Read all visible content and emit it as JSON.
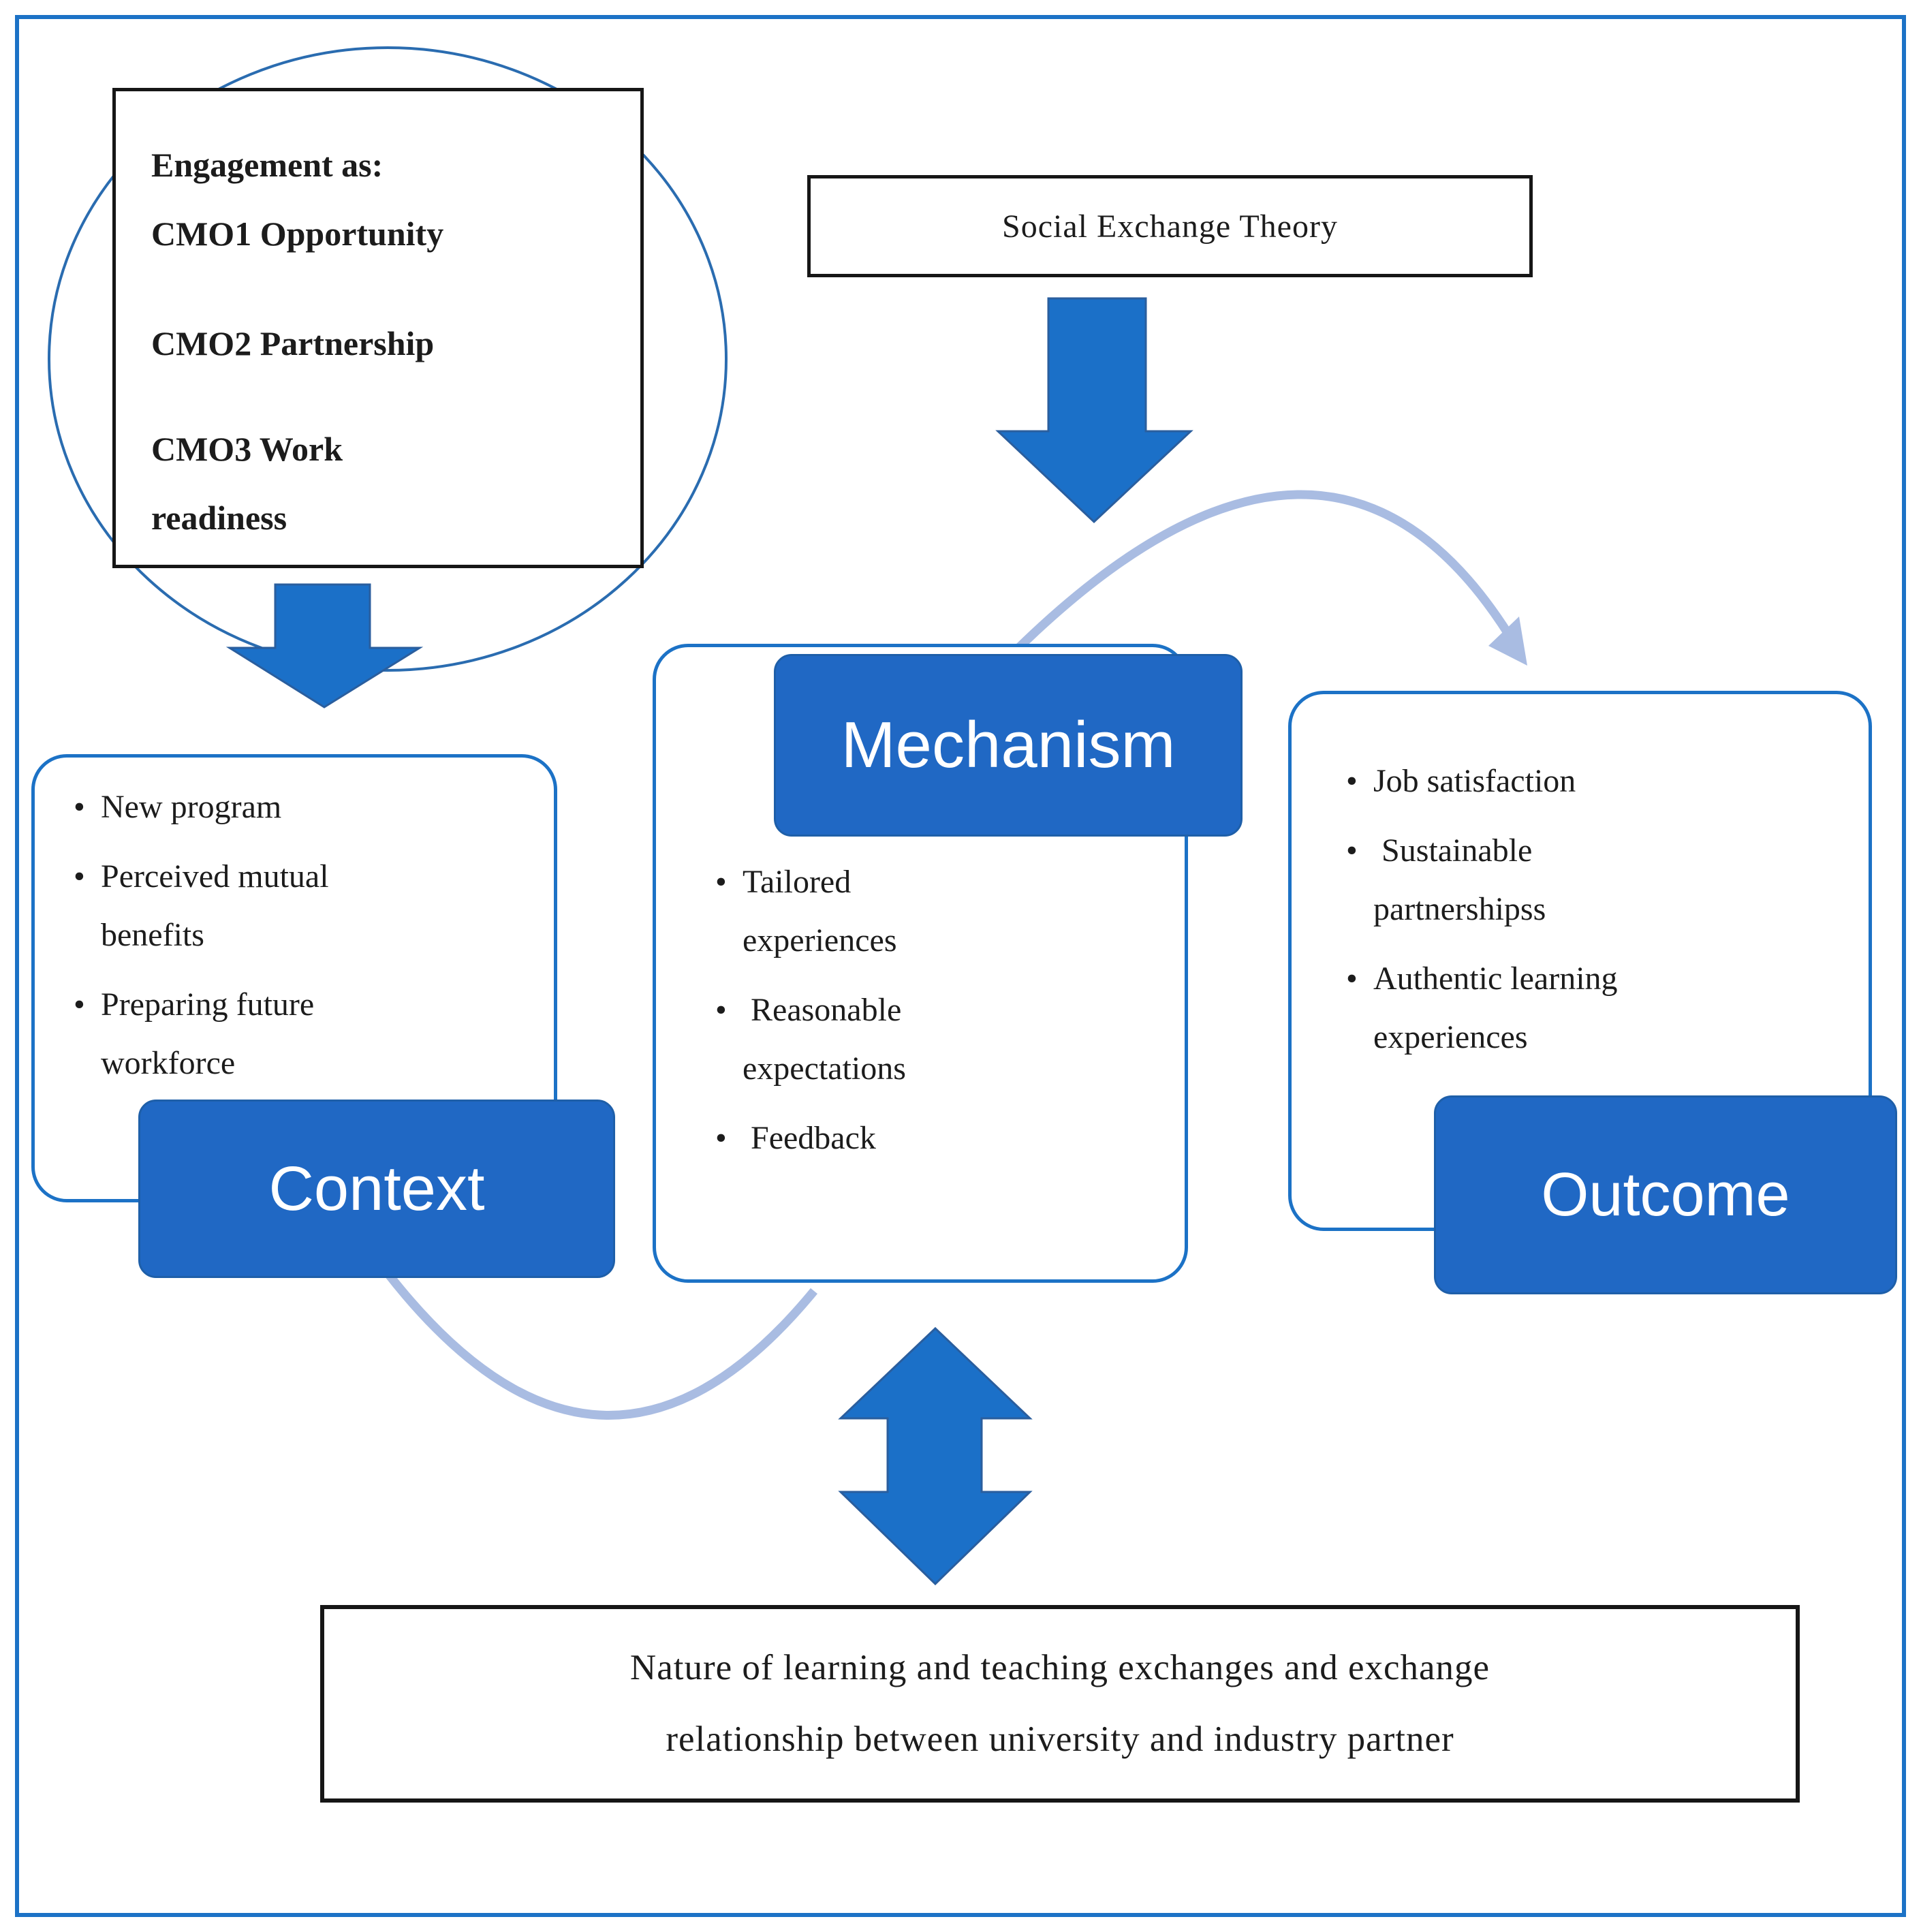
{
  "figure": {
    "description": "Context–Mechanism–Outcome framework diagram linking engagement and Social Exchange Theory"
  },
  "palette": {
    "frame_blue": "#1C72C6",
    "label_blue": "#2068C4",
    "arrow_blue": "#1B70C8",
    "arrow_edge": "#2A5E9E",
    "arc_light_blue": "#A9BCE2",
    "circle_blue": "#2A6CB0",
    "black_border": "#161616",
    "text_dark": "#1c1c1c",
    "background": "#ffffff"
  },
  "icons": {
    "bullet": "•"
  },
  "engagement_box": {
    "paragraph1": "Engagement as:\nCMO1 Opportunity",
    "paragraph2": "CMO2 Partnership",
    "paragraph3": "CMO3 Work\nreadiness"
  },
  "theory_box": {
    "label": "Social Exchange Theory"
  },
  "context": {
    "title": "Context",
    "items": [
      "New program",
      "Perceived mutual\nbenefits",
      "Preparing future\nworkforce"
    ]
  },
  "mechanism": {
    "title": "Mechanism",
    "items": [
      "Tailored\nexperiences",
      " Reasonable\nexpectations",
      " Feedback"
    ]
  },
  "outcome": {
    "title": "Outcome",
    "items": [
      "Job satisfaction",
      " Sustainable\npartnershipss",
      "Authentic learning\nexperiences"
    ]
  },
  "bottom_box": {
    "text": "Nature of learning and teaching exchanges and exchange\nrelationship between university and industry partner"
  }
}
